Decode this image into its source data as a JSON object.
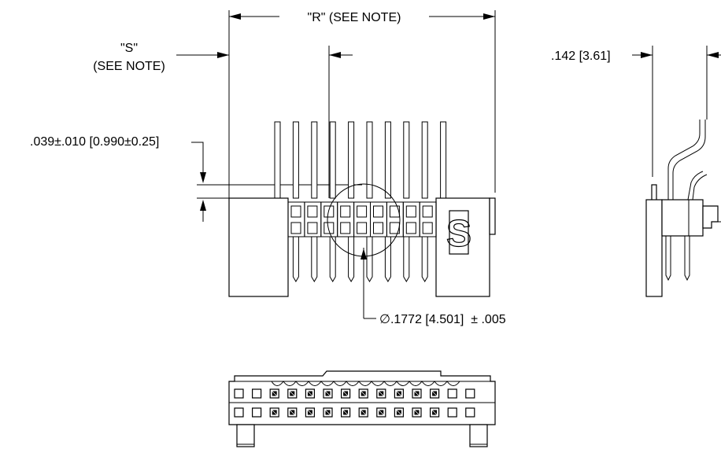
{
  "dimensions": {
    "r_label": "\"R\" (SEE NOTE)",
    "s_label_line1": "\"S\"",
    "s_label_line2": "(SEE NOTE)",
    "height_tolerance": ".039±.010 [0.990±0.25]",
    "diameter": "∅.1772 [4.501]  ± .005",
    "side_offset": ".142 [3.61]"
  },
  "logo": {
    "text": "S"
  }
}
